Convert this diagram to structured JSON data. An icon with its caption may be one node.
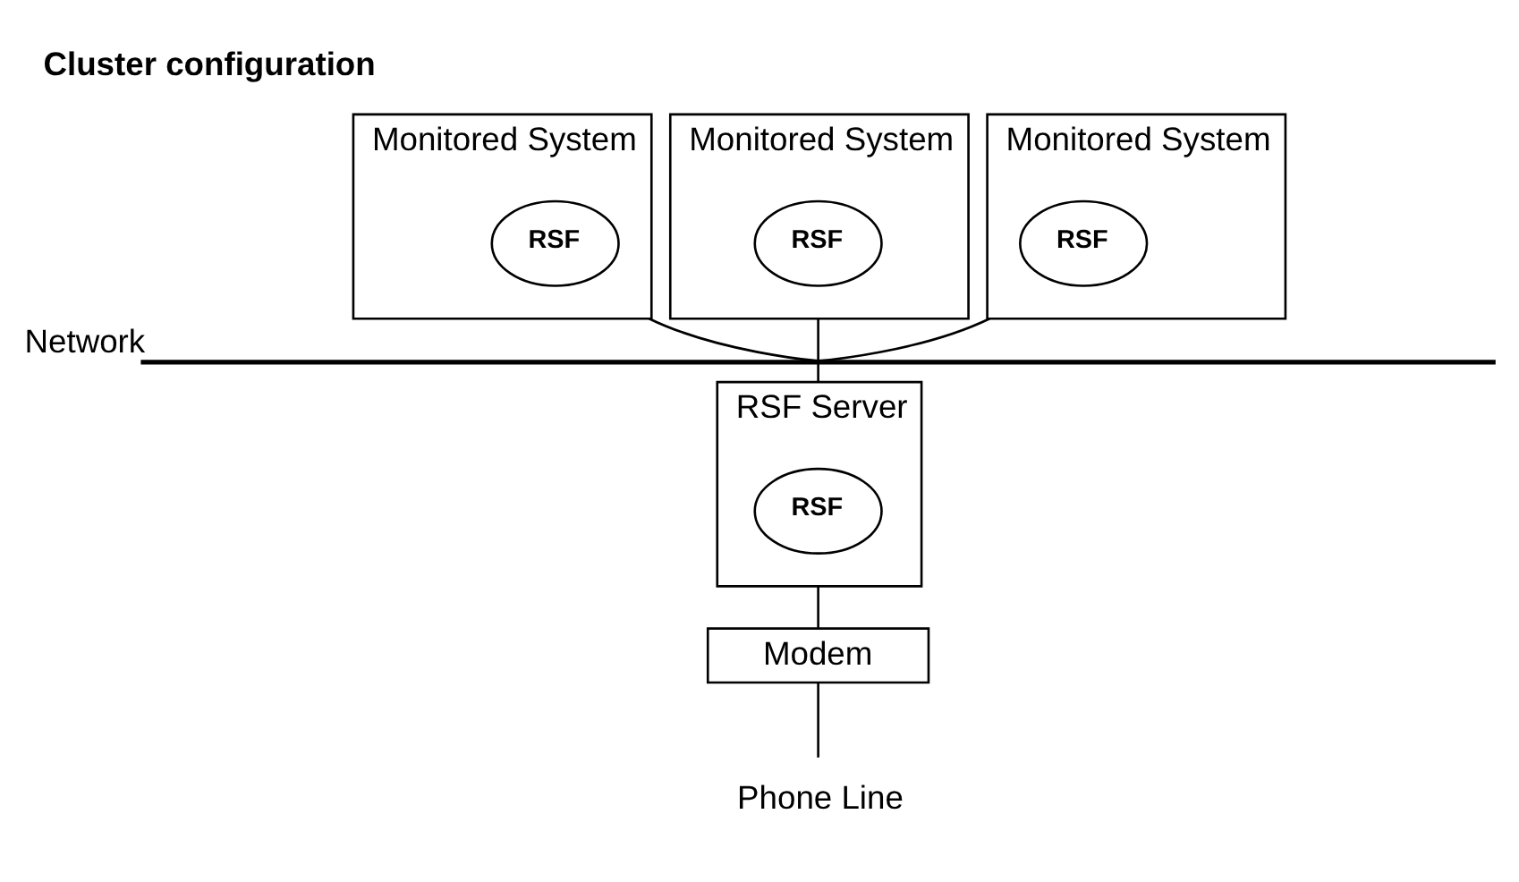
{
  "diagram": {
    "title": "Cluster configuration",
    "nodes": [
      {
        "text": [
          "Monitored System"
        ]
      },
      {
        "text": [
          "RSF"
        ],
        "in": 0
      },
      {
        "text": [
          "Monitored System"
        ]
      },
      {
        "text": [
          "RSF"
        ],
        "in": 2
      },
      {
        "text": [
          "Monitored System"
        ]
      },
      {
        "text": [
          "RSF"
        ],
        "in": 4
      },
      {
        "text": [],
        "shape": "bar",
        "beside": [
          "Network"
        ]
      },
      {
        "text": [
          "RSF Server"
        ]
      },
      {
        "text": [
          "RSF"
        ],
        "in": 7
      },
      {
        "text": [
          "Modem"
        ]
      },
      {
        "text": [
          "Phone Line"
        ]
      }
    ],
    "edges": [
      {
        "from": 0,
        "to": 6,
        "arrow": "none"
      },
      {
        "from": 2,
        "to": 6,
        "arrow": "none"
      },
      {
        "from": 4,
        "to": 6,
        "arrow": "none"
      },
      {
        "from": 6,
        "to": 7,
        "arrow": "none"
      },
      {
        "from": 7,
        "to": 9,
        "arrow": "none"
      },
      {
        "from": 9,
        "to": 10,
        "arrow": "none"
      }
    ]
  }
}
